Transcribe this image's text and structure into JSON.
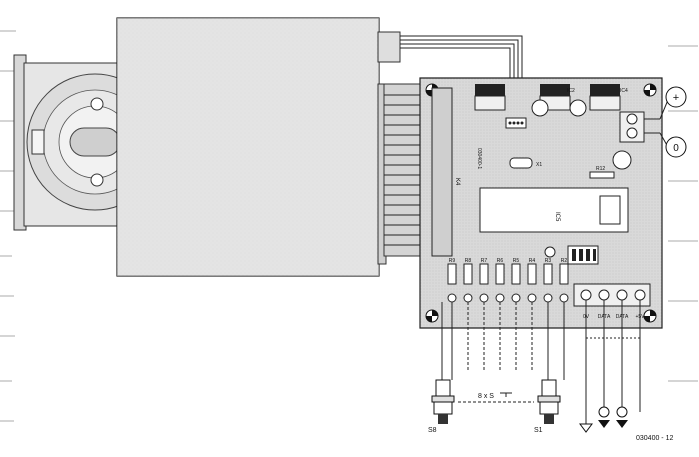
{
  "figure_id": "030400 - 12",
  "board": {
    "ic_label": "IC5",
    "ic_small": "IC4",
    "ic_small_2": "IC2",
    "connector_label": "K4",
    "crystal_label": "X1",
    "resistor_label": "R12",
    "pcb_code": "030400-1"
  },
  "switches": {
    "left_label": "S8",
    "right_label": "S1",
    "count_label": "8 x S"
  },
  "power": {
    "plus_symbol": "+",
    "ground_symbol": "0"
  },
  "terminal_labels": [
    "0V",
    "DATA",
    "DATA",
    "+5V"
  ],
  "header_labels": [
    "R9",
    "R8",
    "R7",
    "R6",
    "R5",
    "R4",
    "R3",
    "R2"
  ]
}
